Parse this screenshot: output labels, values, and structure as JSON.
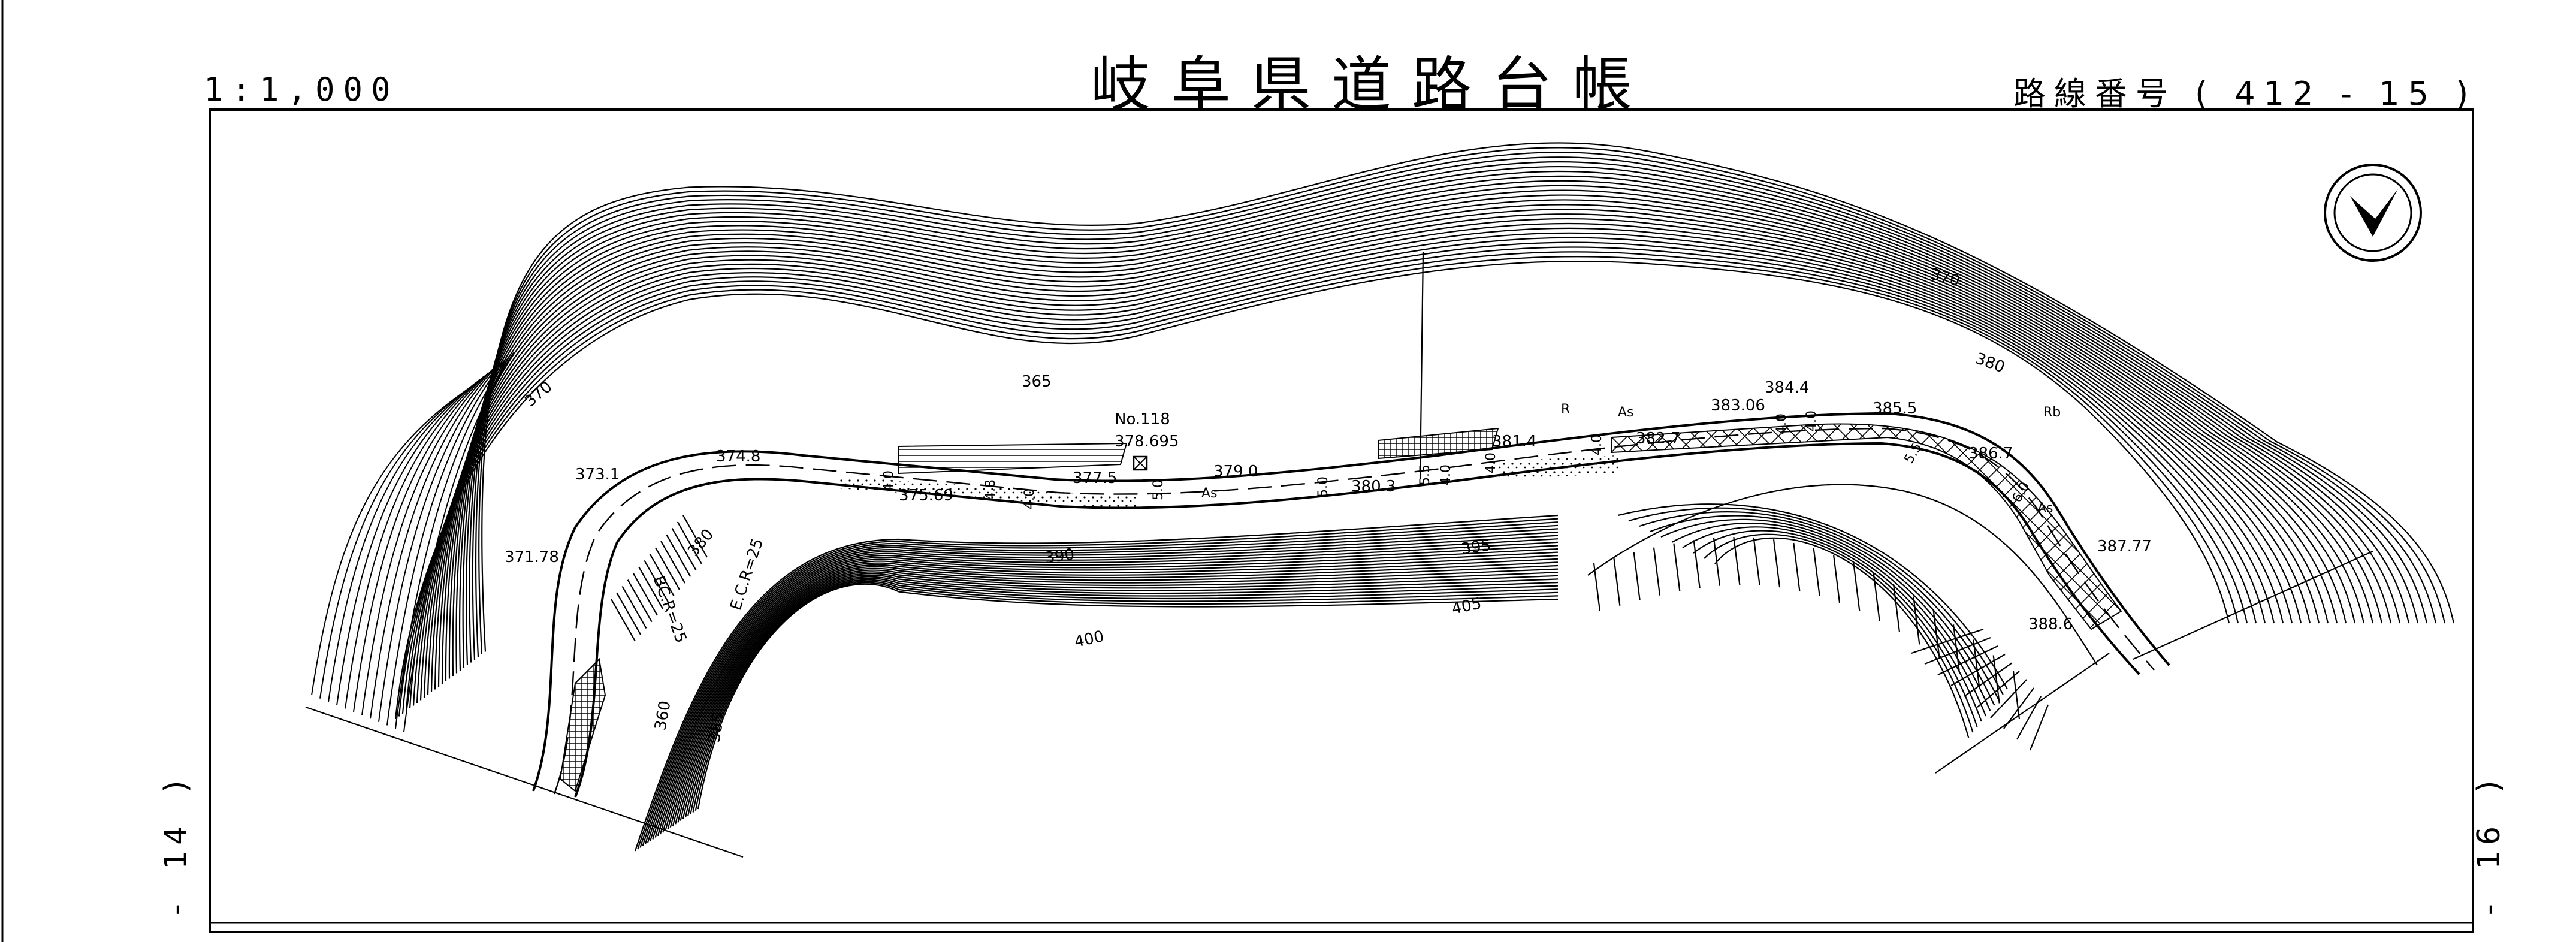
{
  "header": {
    "title": "岐阜県道路台帳",
    "scale": "1:1,000",
    "route": "路線番号 ( 412 - 15 )"
  },
  "side_labels": {
    "left": "- 14 )",
    "right": "- 16 )"
  },
  "map": {
    "north_arrow": "north-arrow-icon",
    "contours": [
      "360",
      "365",
      "370",
      "380",
      "385",
      "390",
      "395",
      "400",
      "405"
    ],
    "station": {
      "name": "No.118",
      "elevation": "378.695"
    },
    "elevations": [
      "373.1",
      "374.8",
      "371.78",
      "375.69",
      "377.5",
      "379.0",
      "380.3",
      "381.4",
      "382.7",
      "383.06",
      "384.4",
      "385.5",
      "386.7",
      "387.77",
      "388.6"
    ],
    "curve_labels": [
      "BC.R=25",
      "E.C.R=25"
    ],
    "surface_labels": [
      "As",
      "R",
      "Rb"
    ],
    "widths": [
      "4.0",
      "5.0",
      "5.5",
      "6.0",
      "4.8"
    ]
  }
}
